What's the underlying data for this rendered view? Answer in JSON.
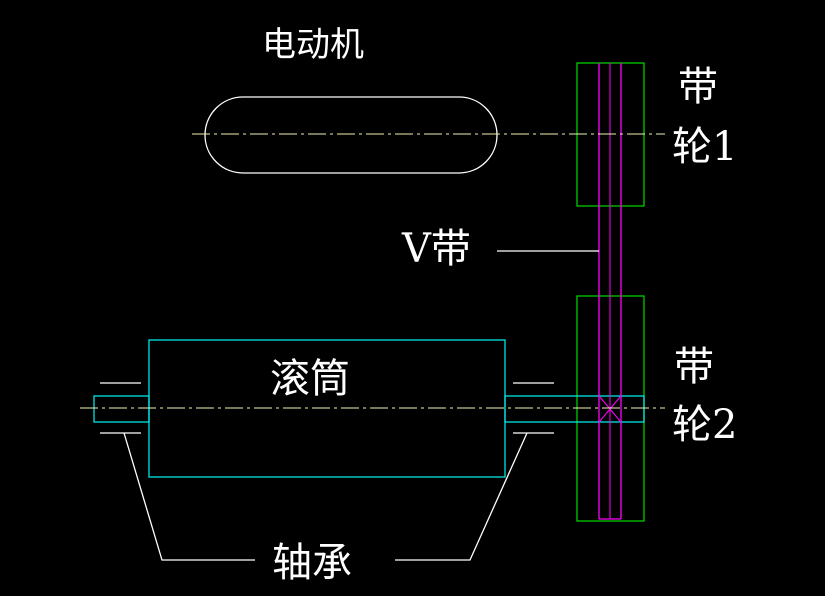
{
  "labels": {
    "motor": "电动机",
    "pulley1_line1": "带",
    "pulley1_line2": "轮1",
    "vbelt": "V带",
    "drum": "滚筒",
    "pulley2_line1": "带",
    "pulley2_line2": "轮2",
    "bearing": "轴承"
  },
  "colors": {
    "background": "#000000",
    "outline": "#ffffff",
    "green": "#00cc00",
    "magenta": "#ff00ff",
    "cyan": "#00e5e5",
    "centerline": "#f5f0b4"
  }
}
